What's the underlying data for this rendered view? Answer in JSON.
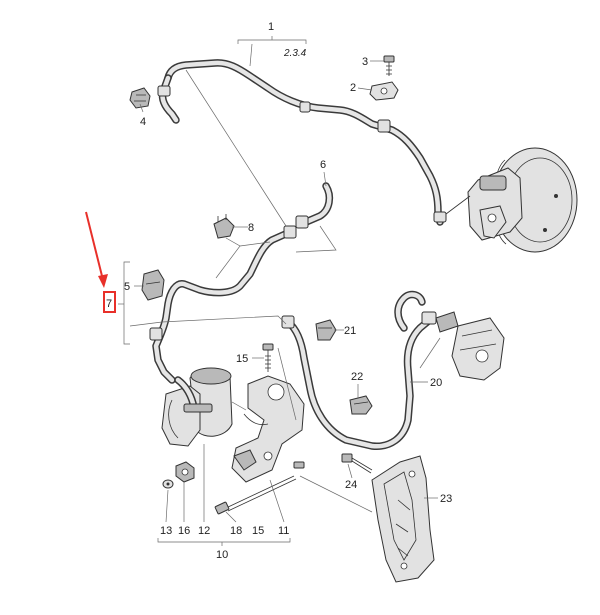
{
  "labels": {
    "l1": "1",
    "l1_sub": "2.3.4",
    "l2": "2",
    "l3": "3",
    "l4": "4",
    "l5": "5",
    "l6": "6",
    "l7": "7",
    "l8": "8",
    "l10": "10",
    "l11": "11",
    "l12": "12",
    "l13": "13",
    "l15a": "15",
    "l15b": "15",
    "l16": "16",
    "l18": "18",
    "l20": "20",
    "l21": "21",
    "l22": "22",
    "l23": "23",
    "l24": "24"
  },
  "colors": {
    "highlight": "#e8302a",
    "line": "#333333",
    "part_fill": "#e2e2e2",
    "background": "#ffffff"
  }
}
